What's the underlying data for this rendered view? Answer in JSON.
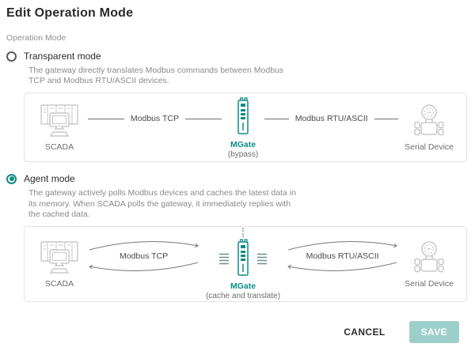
{
  "dialog": {
    "title": "Edit Operation Mode",
    "section_label": "Operation Mode"
  },
  "modes": {
    "transparent": {
      "label": "Transparent mode",
      "selected": false,
      "description": "The gateway directly translates Modbus commands between Modbus\nTCP and Modbus RTU/ASCII devices.",
      "diagram": {
        "scada": "SCADA",
        "tcp_link": "Modbus TCP",
        "gateway": "MGate",
        "gateway_note": "(bypass)",
        "rtu_link": "Modbus RTU/ASCII",
        "serial": "Serial Device"
      }
    },
    "agent": {
      "label": "Agent mode",
      "selected": true,
      "description": "The gateway actively polls Modbus devices and caches the latest data in\nits memory. When SCADA polls the gateway, it immediately replies with\nthe cached data.",
      "diagram": {
        "scada": "SCADA",
        "tcp_link": "Modbus TCP",
        "gateway": "MGate",
        "gateway_note": "(cache and translate)",
        "rtu_link": "Modbus RTU/ASCII",
        "serial": "Serial Device"
      }
    }
  },
  "footer": {
    "cancel": "CANCEL",
    "save": "SAVE"
  },
  "colors": {
    "accent": "#0E8C84",
    "save_button_bg": "#9CCFCA",
    "icon_gray": "#C8C8C8",
    "panel_border": "#E2E2E2"
  }
}
